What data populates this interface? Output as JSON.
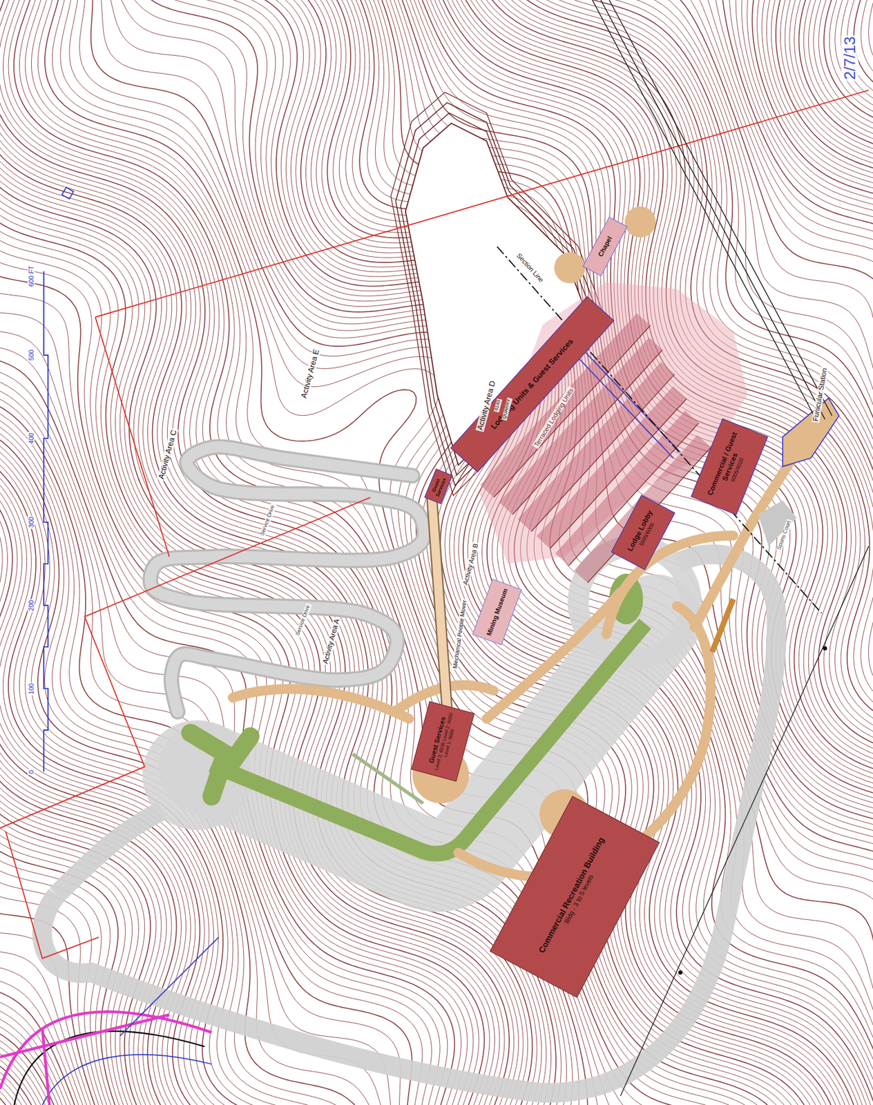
{
  "diagram": {
    "nodes": [
      {
        "text": [
          "Chapel"
        ]
      },
      {
        "text": [
          "Lodging Units & Guest Services"
        ]
      },
      {
        "text": [
          "Guest Services"
        ]
      },
      {
        "text": [
          "Mining Museum"
        ]
      },
      {
        "text": [
          "Lodge Lobby",
          "5995/6005"
        ]
      },
      {
        "text": [
          "Commercial / Guest Services",
          "6005/6020"
        ]
      },
      {
        "text": [
          "Guest Services",
          "Level 3: 6035 Level 2: 6020 Level 1: 6005"
        ]
      },
      {
        "text": [
          "Commercial Recreation Building",
          "Bldg - 3 to 5 levels"
        ]
      }
    ],
    "labels": [
      "2/7/13",
      "0",
      "100",
      "200",
      "300",
      "400",
      "500",
      "600 FT",
      "Activity Area C",
      "Activity Area E",
      "Activity Area D",
      "6140",
      "QUARRY",
      "Section Line",
      "Terraced Lodging Units",
      "Funicular Station",
      "Sports Court",
      "Activity Area B",
      "Mechanical People Mover",
      "Activity Area A",
      "Service Drive",
      "Service Drive"
    ]
  }
}
